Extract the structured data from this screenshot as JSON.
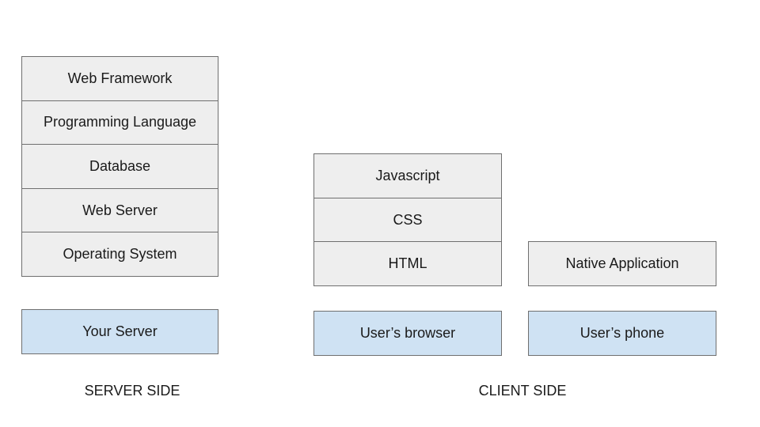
{
  "server": {
    "stack": [
      "Web Framework",
      "Programming Language",
      "Database",
      "Web Server",
      "Operating System"
    ],
    "host": "Your Server",
    "caption": "SERVER SIDE"
  },
  "client": {
    "browser_stack": [
      "Javascript",
      "CSS",
      "HTML"
    ],
    "browser_host": "User’s browser",
    "native_app": "Native Application",
    "phone_host": "User’s phone",
    "caption": "CLIENT SIDE"
  },
  "colors": {
    "layer_fill": "#eeeeee",
    "host_fill": "#cfe2f3",
    "border": "#6f6f6f"
  }
}
